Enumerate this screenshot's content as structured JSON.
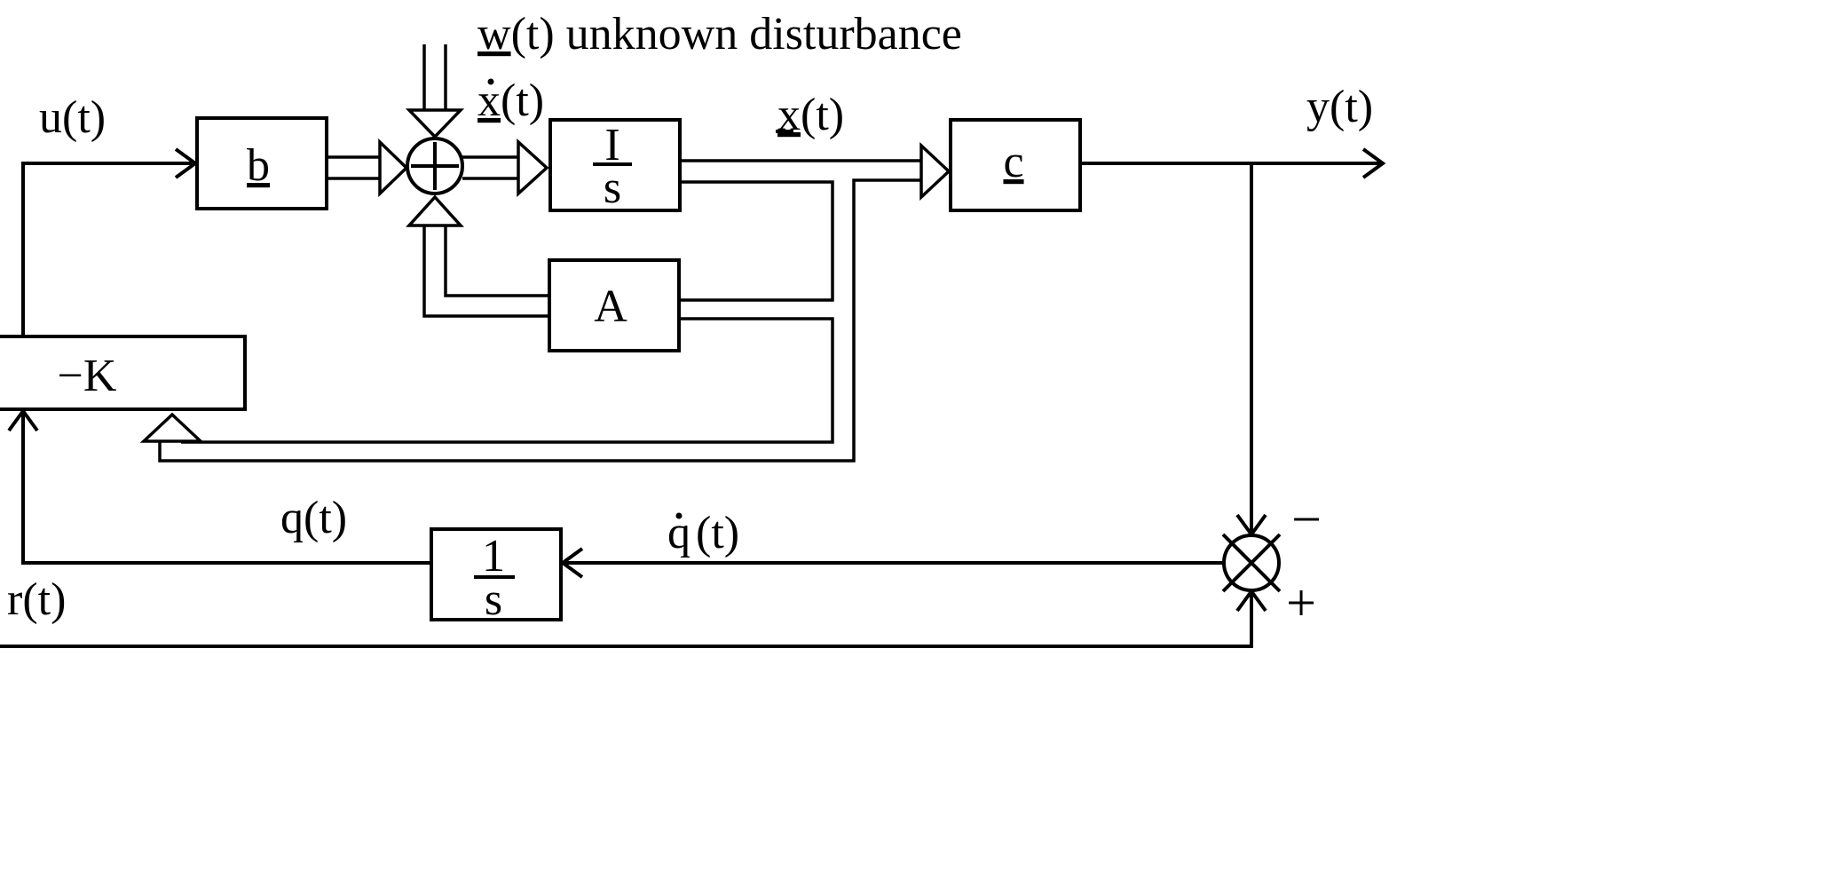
{
  "signals": {
    "u": "u(t)",
    "w_letter": "w",
    "w_rest": "(t) unknown disturbance",
    "xdot_letter": "x",
    "xdot_rest": "(t)",
    "x_letter": "x",
    "x_rest": "(t)",
    "y": "y(t)",
    "q": "q(t)",
    "qdot_letter": "q",
    "qdot_rest": "(t)",
    "r": "r(t)"
  },
  "blocks": {
    "b": "b",
    "integrator_num": "I",
    "integrator_den": "s",
    "A": "A",
    "c": "c",
    "K": "−K",
    "q_integrator_num": "1",
    "q_integrator_den": "s"
  },
  "summing_junction_2": {
    "minus": "−",
    "plus": "+"
  }
}
